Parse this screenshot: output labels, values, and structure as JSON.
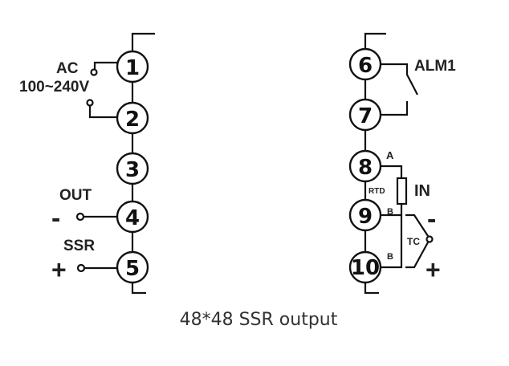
{
  "caption": "48*48 SSR output",
  "left_terminals": [
    "1",
    "2",
    "3",
    "4",
    "5"
  ],
  "right_terminals": [
    "6",
    "7",
    "8",
    "9",
    "10"
  ],
  "labels": {
    "ac": "AC",
    "voltage": "100~240V",
    "out": "OUT",
    "ssr": "SSR",
    "minus_left": "-",
    "plus_left": "+",
    "alarm": "ALM1",
    "a": "A",
    "rtd": "RTD",
    "in": "IN",
    "b1": "B",
    "b2": "B",
    "tc": "TC",
    "minus_right": "-",
    "plus_right": "+"
  }
}
